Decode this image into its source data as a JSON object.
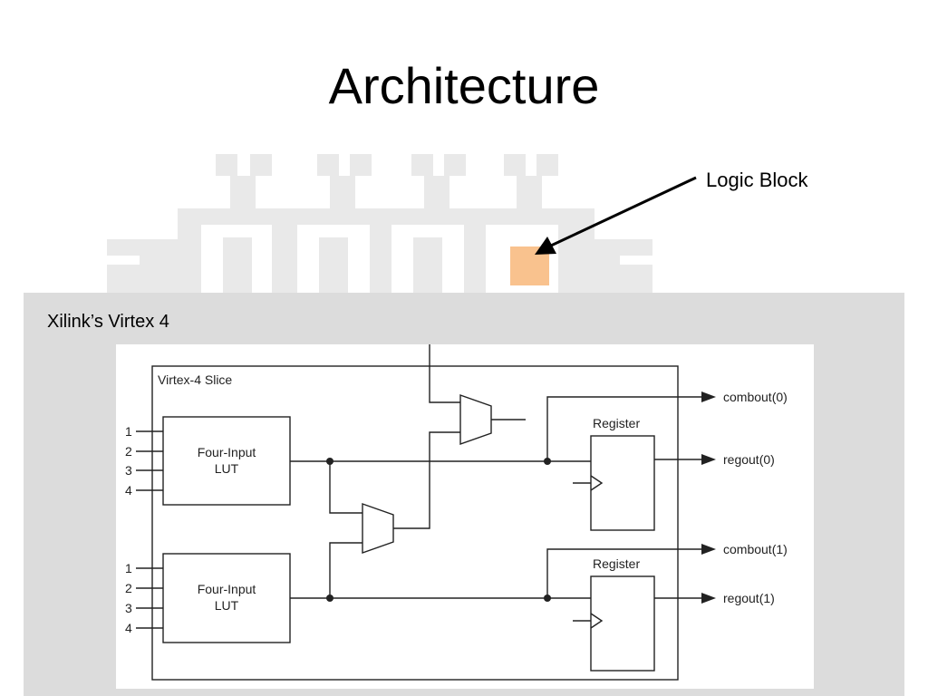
{
  "slide": {
    "title": "Architecture",
    "callout": "Logic Block",
    "caption": "Xilink’s Virtex 4"
  },
  "diagram": {
    "slice_label": "Virtex-4 Slice",
    "lut_top": {
      "line1": "Four-Input",
      "line2": "LUT",
      "inputs": [
        "1",
        "2",
        "3",
        "4"
      ]
    },
    "lut_bottom": {
      "line1": "Four-Input",
      "line2": "LUT",
      "inputs": [
        "1",
        "2",
        "3",
        "4"
      ]
    },
    "register_top": "Register",
    "register_bottom": "Register",
    "outputs": [
      "combout(0)",
      "regout(0)",
      "combout(1)",
      "regout(1)"
    ]
  },
  "colors": {
    "panel": "#dcdcdc",
    "fpga_grid": "#e8e8e8",
    "logic_block_highlight": "#f9c28e"
  }
}
